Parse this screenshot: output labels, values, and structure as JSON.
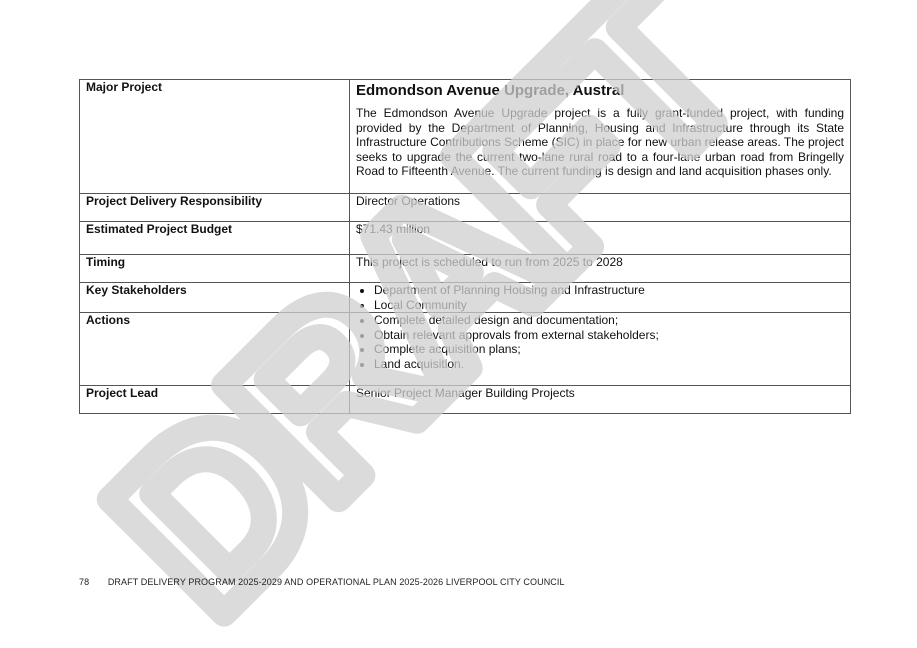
{
  "watermark": "DRAFT",
  "table": {
    "major_project": {
      "label": "Major Project",
      "title": "Edmondson Avenue Upgrade, Austral",
      "description": "The Edmondson Avenue Upgrade project is a fully grant-funded project, with funding provided by the Department of Planning, Housing and Infrastructure through its State Infrastructure Contributions Scheme (SIC) in place for new urban release areas. The project seeks to upgrade the current two-lane rural road to a four-lane urban road from Bringelly Road to Fifteenth Avenue. The current funding is design and land acquisition phases only."
    },
    "delivery": {
      "label": "Project Delivery Responsibility",
      "value": "Director Operations"
    },
    "budget": {
      "label": "Estimated Project Budget",
      "value": "$71.43 million"
    },
    "timing": {
      "label": "Timing",
      "value": "This project is scheduled to run from 2025 to 2028"
    },
    "stakeholders": {
      "label": "Key Stakeholders",
      "items": [
        "Department of Planning Housing and Infrastructure",
        "Local Community"
      ]
    },
    "actions": {
      "label": "Actions",
      "items": [
        "Complete detailed design and documentation;",
        "Obtain relevant approvals from external stakeholders;",
        "Complete acquisition plans;",
        "Land acquisition."
      ]
    },
    "lead": {
      "label": "Project Lead",
      "value": "Senior Project Manager Building Projects"
    }
  },
  "footer": {
    "page_number": "78",
    "title": "DRAFT DELIVERY PROGRAM 2025-2029 AND OPERATIONAL PLAN 2025-2026 LIVERPOOL CITY COUNCIL"
  }
}
